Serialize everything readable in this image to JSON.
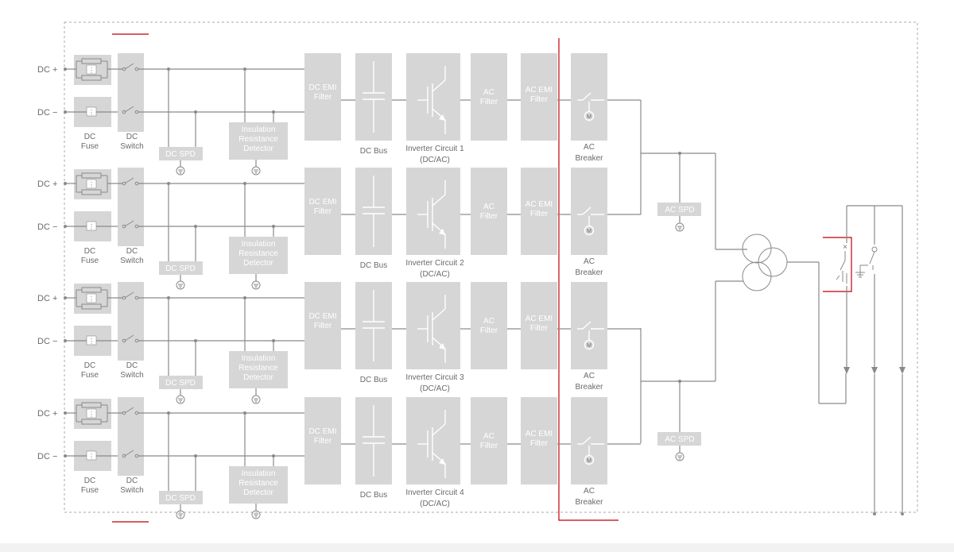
{
  "labels": {
    "dc_plus": "DC +",
    "dc_minus": "DC −",
    "dc_fuse": [
      "DC",
      "Fuse"
    ],
    "dc_switch": [
      "DC",
      "Switch"
    ],
    "dc_spd": "DC SPD",
    "insulation_detector": [
      "Insulation",
      "Resistance",
      "Detector"
    ],
    "dc_emi_filter": [
      "DC EMI",
      "Filter"
    ],
    "dc_bus": "DC Bus",
    "ac_filter": [
      "AC",
      "Filter"
    ],
    "ac_emi_filter": [
      "AC EMI",
      "Filter"
    ],
    "ac_breaker": [
      "AC",
      "Breaker"
    ],
    "ac_spd": "AC SPD",
    "motor_symbol": "M"
  },
  "channels": [
    {
      "inverter_circuit": [
        "Inverter Circuit 1",
        "(DC/AC)"
      ]
    },
    {
      "inverter_circuit": [
        "Inverter Circuit 2",
        "(DC/AC)"
      ]
    },
    {
      "inverter_circuit": [
        "Inverter Circuit 3",
        "(DC/AC)"
      ]
    },
    {
      "inverter_circuit": [
        "Inverter Circuit 4",
        "(DC/AC)"
      ]
    }
  ],
  "colors": {
    "block_fill": "#d6d6d6",
    "wire": "#8a8a8a",
    "highlight": "#c00000"
  }
}
